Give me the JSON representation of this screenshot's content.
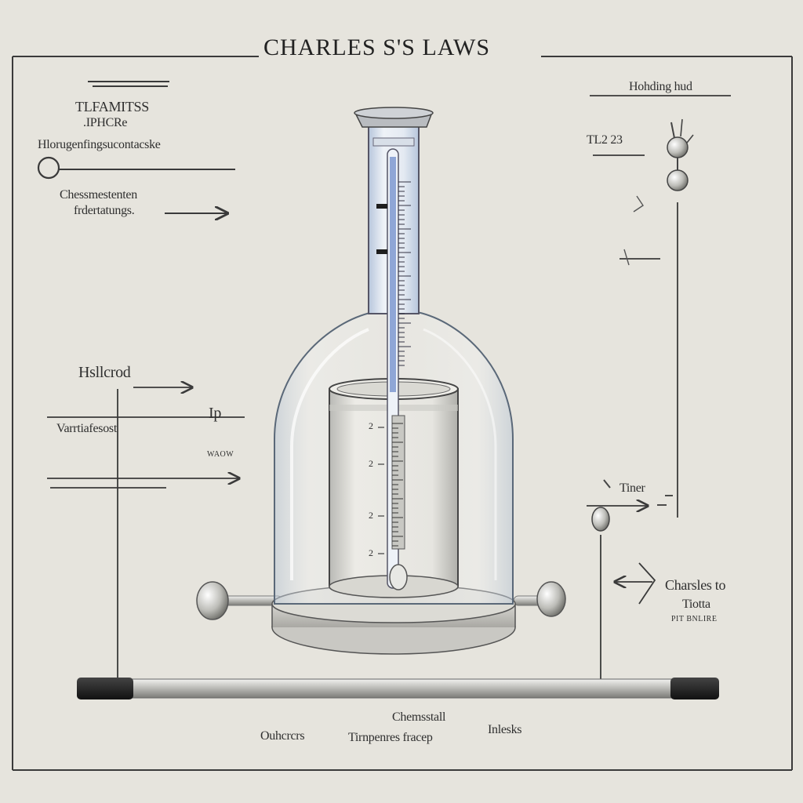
{
  "title": "CHARLES S'S LAWS",
  "labels": {
    "top_left_1": "TLFAMITSS",
    "top_left_2": ".IPHCRe",
    "top_left_3": "Hlorugenfingsucontacske",
    "top_left_4": "Chessmestenten",
    "top_left_5": "frdertatungs.",
    "left_mid_1": "Hsllcrod",
    "left_mid_2": "Varrtiafesost",
    "left_mid_3": "Ip",
    "left_mid_4": "WAOW",
    "top_right_1": "Hohding hud",
    "top_right_2": "TL2 23",
    "right_mid_1": "Tiner",
    "right_low_1": "Charsles to",
    "right_low_2": "Tiotta",
    "right_low_3": "PIT BNLIRE",
    "bottom_1": "Chemsstall",
    "bottom_2": "Ouhcrcrs",
    "bottom_3": "Tirnpenres fracep",
    "bottom_4": "Inlesks"
  },
  "scale_marks": [
    "2",
    "2",
    "2",
    "2"
  ],
  "colors": {
    "background": "#e6e4dd",
    "ink": "#2b2b2b",
    "glass": "#cfd9e3",
    "thermometer_fill": "#8fa6d6"
  }
}
